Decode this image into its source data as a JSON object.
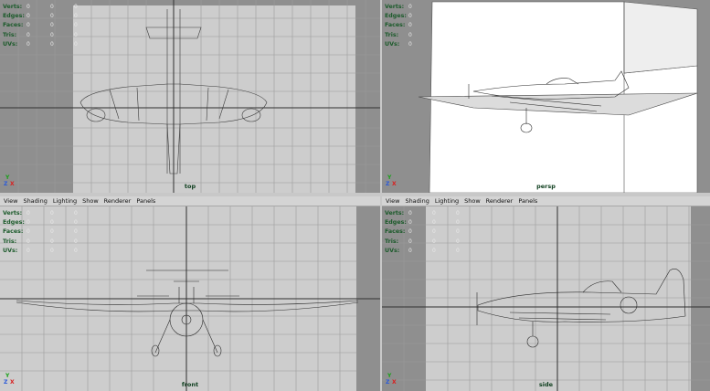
{
  "menu": [
    "View",
    "Shading",
    "Lighting",
    "Show",
    "Renderer",
    "Panels"
  ],
  "hud_labels": [
    "Verts:",
    "Edges:",
    "Faces:",
    "Tris:",
    "UVs:"
  ],
  "hud_values": [
    "0",
    "0",
    "0"
  ],
  "axis": {
    "x": "X",
    "y": "Y",
    "z": "Z"
  },
  "viewports": {
    "top": {
      "label": "top"
    },
    "persp": {
      "label": "persp"
    },
    "front": {
      "label": "front"
    },
    "side": {
      "label": "side"
    }
  },
  "colors": {
    "grid_major": "#303030",
    "grid_minor": "#9a9a9a",
    "image_plane": "#cfcfcf",
    "active_border": "#3a5bbf"
  }
}
